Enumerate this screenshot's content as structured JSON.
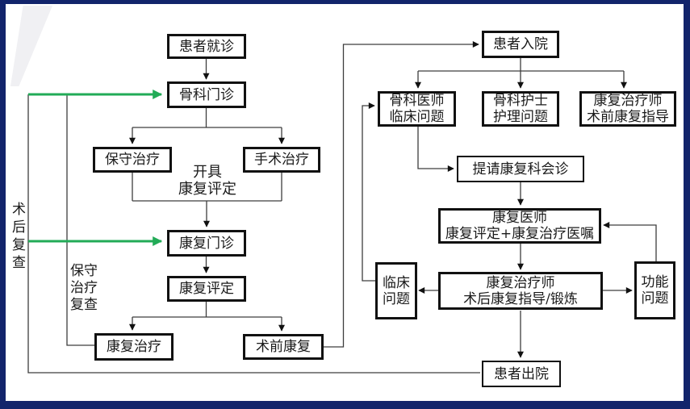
{
  "slide": {
    "type": "flowchart",
    "title_hint": "骨科康复一体化流程图",
    "colors": {
      "frame_border": "#12246b",
      "background": "#ffffff",
      "connector_line": "#3d3d3d",
      "box_border": "#111111",
      "green_arrow": "#22ab57",
      "text": "#1a1a1a"
    }
  },
  "nodes": {
    "patient_visit": {
      "label": "患者就诊"
    },
    "ortho_clinic": {
      "label": "骨科门诊"
    },
    "conservative": {
      "label": "保守治疗"
    },
    "surgical": {
      "label": "手术治疗"
    },
    "rehab_clinic": {
      "label": "康复门诊"
    },
    "rehab_assess": {
      "label": "康复评定"
    },
    "rehab_treat": {
      "label": "康复治疗"
    },
    "preop_rehab": {
      "label": "术前康复"
    },
    "admission": {
      "label": "患者入院"
    },
    "ortho_doctor": {
      "label": "骨科医师\n临床问题"
    },
    "ortho_nurse": {
      "label": "骨科护士\n护理问题"
    },
    "therapist_preop": {
      "label": "康复治疗师\n术前康复指导"
    },
    "consult": {
      "label": "提请康复科会诊"
    },
    "rehab_doctor": {
      "label": "康复医师\n康复评定+康复治疗医嘱"
    },
    "clinical_problem": {
      "label": "临床\n问题"
    },
    "therapist_post": {
      "label": "康复治疗师\n术后康复指导/锻炼"
    },
    "func_problem": {
      "label": "功能\n问题"
    },
    "discharge": {
      "label": "患者出院"
    }
  },
  "labels": {
    "issue_assessment": "开具\n康复评定",
    "postop_followup": "术后复查",
    "conservative_followup": "保守\n治疗\n复查"
  }
}
